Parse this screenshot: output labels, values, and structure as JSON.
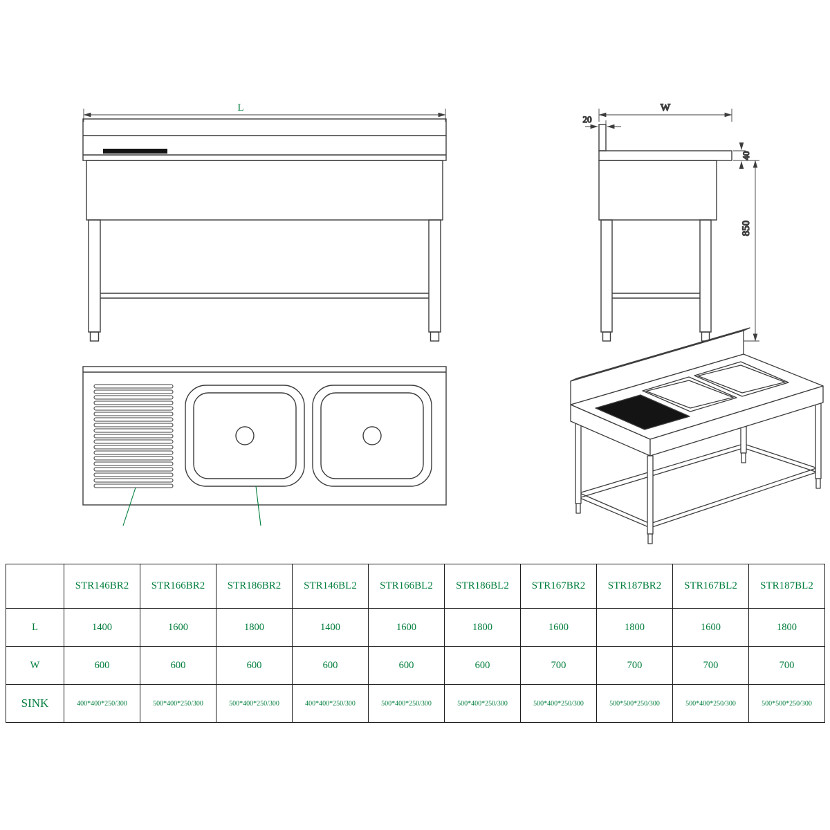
{
  "colors": {
    "line": "#3d3d3d",
    "annotation_green": "#007d3b",
    "black_fill": "#141414",
    "table_border": "#1c1c1c"
  },
  "front_view": {
    "length_label": "L"
  },
  "side_view": {
    "width_label": "W",
    "backsplash_thickness": "20",
    "top_thickness": "40",
    "height": "850"
  },
  "table": {
    "corner_label": "",
    "row_labels": {
      "l": "L",
      "w": "W",
      "sink": "SINK"
    },
    "models": [
      "STR146BR2",
      "STR166BR2",
      "STR186BR2",
      "STR146BL2",
      "STR166BL2",
      "STR186BL2",
      "STR167BR2",
      "STR187BR2",
      "STR167BL2",
      "STR187BL2"
    ],
    "length_values": [
      "1400",
      "1600",
      "1800",
      "1400",
      "1600",
      "1800",
      "1600",
      "1800",
      "1600",
      "1800"
    ],
    "width_values": [
      "600",
      "600",
      "600",
      "600",
      "600",
      "600",
      "700",
      "700",
      "700",
      "700"
    ],
    "sink_values": [
      "400*400*250/300",
      "500*400*250/300",
      "500*400*250/300",
      "400*400*250/300",
      "500*400*250/300",
      "500*400*250/300",
      "500*400*250/300",
      "500*500*250/300",
      "500*400*250/300",
      "500*500*250/300"
    ]
  }
}
